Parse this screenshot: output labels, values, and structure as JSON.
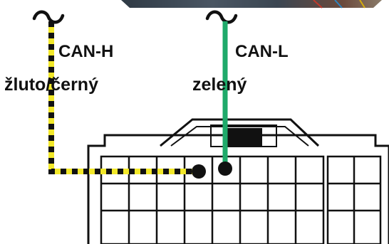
{
  "wires": [
    {
      "signal": "CAN-H",
      "color_name": "žluto/černý",
      "colors": [
        "#f2e82a",
        "#111111"
      ]
    },
    {
      "signal": "CAN-L",
      "color_name": "zelený",
      "colors": [
        "#1faa6a"
      ]
    }
  ],
  "connector": {
    "rows": 3,
    "main_columns": 8,
    "side_columns": 2,
    "outline_color": "#111111"
  }
}
